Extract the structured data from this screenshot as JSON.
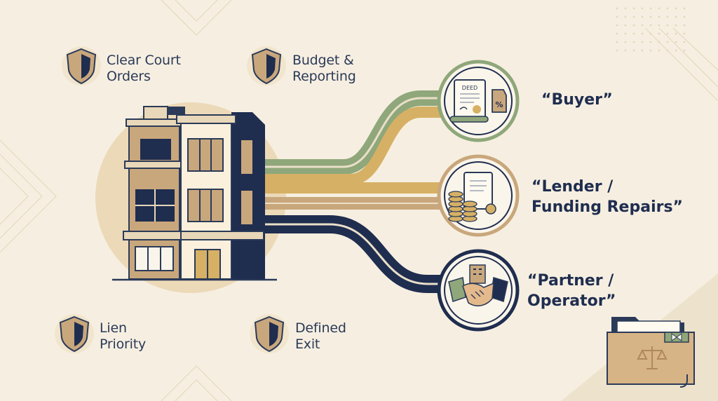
{
  "protections": [
    {
      "id": "clear-court-orders",
      "line1": "Clear Court",
      "line2": "Orders"
    },
    {
      "id": "budget-reporting",
      "line1": "Budget &",
      "line2": "Reporting"
    },
    {
      "id": "lien-priority",
      "line1": "Lien",
      "line2": "Priority"
    },
    {
      "id": "defined-exit",
      "line1": "Defined",
      "line2": "Exit"
    }
  ],
  "options": [
    {
      "id": "buyer",
      "line1": "“Buyer”",
      "line2": ""
    },
    {
      "id": "lender",
      "line1": "“Lender /",
      "line2": " Funding Repairs”"
    },
    {
      "id": "partner",
      "line1": "“Partner /",
      "line2": " Operator”"
    }
  ],
  "deed_text": "DEED",
  "tag_text": "%",
  "colors": {
    "background": "#f6efe1",
    "navy": "#1f2d4f",
    "sage": "#8fa77a",
    "gold": "#d6b065",
    "tan": "#c9a77c",
    "cream": "#faf5ea"
  },
  "icons": [
    "shield-icon",
    "building-illustration",
    "deed-icon",
    "coins-icon",
    "handshake-icon",
    "legal-folder-icon",
    "scales-icon"
  ]
}
